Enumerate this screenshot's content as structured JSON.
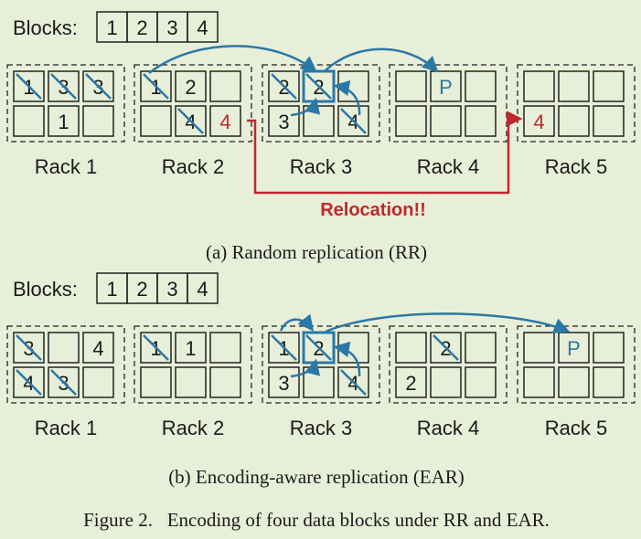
{
  "colors": {
    "background": "#e8efd9",
    "arrow": "#2a78a6",
    "relocation": "#c0272d",
    "cell_border": "#222222",
    "text": "#1a1a1a"
  },
  "panel_a": {
    "blocks_label": "Blocks:",
    "blocks": [
      "1",
      "2",
      "3",
      "4"
    ],
    "racks": [
      {
        "label": "Rack 1",
        "cells": [
          {
            "row": 0,
            "col": 0,
            "text": "1",
            "slash": true
          },
          {
            "row": 0,
            "col": 1,
            "text": "3",
            "slash": true
          },
          {
            "row": 0,
            "col": 2,
            "text": "3",
            "slash": true
          },
          {
            "row": 1,
            "col": 1,
            "text": "1"
          }
        ]
      },
      {
        "label": "Rack 2",
        "cells": [
          {
            "row": 0,
            "col": 0,
            "text": "1",
            "slash": true
          },
          {
            "row": 0,
            "col": 1,
            "text": "2"
          },
          {
            "row": 1,
            "col": 1,
            "text": "4",
            "slash": true
          },
          {
            "row": 1,
            "col": 2,
            "text": "4",
            "relocated": true
          }
        ]
      },
      {
        "label": "Rack 3",
        "cells": [
          {
            "row": 0,
            "col": 0,
            "text": "2",
            "slash": true
          },
          {
            "row": 0,
            "col": 1,
            "text": "2",
            "slash": true,
            "encoder": true
          },
          {
            "row": 1,
            "col": 0,
            "text": "3"
          },
          {
            "row": 1,
            "col": 2,
            "text": "4",
            "slash": true
          }
        ]
      },
      {
        "label": "Rack 4",
        "cells": [
          {
            "row": 0,
            "col": 1,
            "text": "P",
            "parity": true
          }
        ]
      },
      {
        "label": "Rack 5",
        "cells": [
          {
            "row": 1,
            "col": 0,
            "text": "4",
            "relocated": true
          }
        ]
      }
    ],
    "relocation_label": "Relocation!!",
    "caption": "(a) Random replication (RR)"
  },
  "panel_b": {
    "blocks_label": "Blocks:",
    "blocks": [
      "1",
      "2",
      "3",
      "4"
    ],
    "racks": [
      {
        "label": "Rack 1",
        "cells": [
          {
            "row": 0,
            "col": 0,
            "text": "3",
            "slash": true
          },
          {
            "row": 0,
            "col": 2,
            "text": "4"
          },
          {
            "row": 1,
            "col": 0,
            "text": "4",
            "slash": true
          },
          {
            "row": 1,
            "col": 1,
            "text": "3",
            "slash": true
          }
        ]
      },
      {
        "label": "Rack 2",
        "cells": [
          {
            "row": 0,
            "col": 0,
            "text": "1",
            "slash": true
          },
          {
            "row": 0,
            "col": 1,
            "text": "1"
          }
        ]
      },
      {
        "label": "Rack 3",
        "cells": [
          {
            "row": 0,
            "col": 0,
            "text": "1",
            "slash": true
          },
          {
            "row": 0,
            "col": 1,
            "text": "2",
            "slash": true,
            "encoder": true
          },
          {
            "row": 1,
            "col": 0,
            "text": "3"
          },
          {
            "row": 1,
            "col": 2,
            "text": "4",
            "slash": true
          }
        ]
      },
      {
        "label": "Rack 4",
        "cells": [
          {
            "row": 0,
            "col": 1,
            "text": "2",
            "slash": true
          },
          {
            "row": 1,
            "col": 0,
            "text": "2"
          }
        ]
      },
      {
        "label": "Rack 5",
        "cells": [
          {
            "row": 0,
            "col": 1,
            "text": "P",
            "parity": true
          }
        ]
      }
    ],
    "caption": "(b) Encoding-aware replication (EAR)"
  },
  "figure_caption": "Figure 2.   Encoding of four data blocks under RR and EAR."
}
